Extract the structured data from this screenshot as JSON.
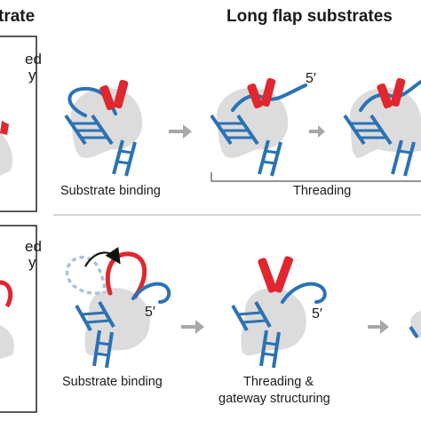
{
  "headings": {
    "left_partial": "trate",
    "right": "Long flap substrates"
  },
  "left_panels": {
    "top_line1": "ed",
    "top_line2": "y",
    "bottom_line1": "ed",
    "bottom_line2": "y"
  },
  "top_row": {
    "five_prime": "5′",
    "stage1_label": "Substrate binding",
    "stage2_label": "Threading"
  },
  "bottom_row": {
    "five_prime_a": "5′",
    "five_prime_b": "5′",
    "stage1_label": "Substrate binding",
    "stage2_label_line1": "Threading &",
    "stage2_label_line2": "gateway structuring"
  },
  "colors": {
    "dna": "#2a72b5",
    "helix": "#e0262e",
    "protein": "#dcdcdc",
    "arrow": "#a8a8a8",
    "dashed": "#a9bfe0"
  }
}
